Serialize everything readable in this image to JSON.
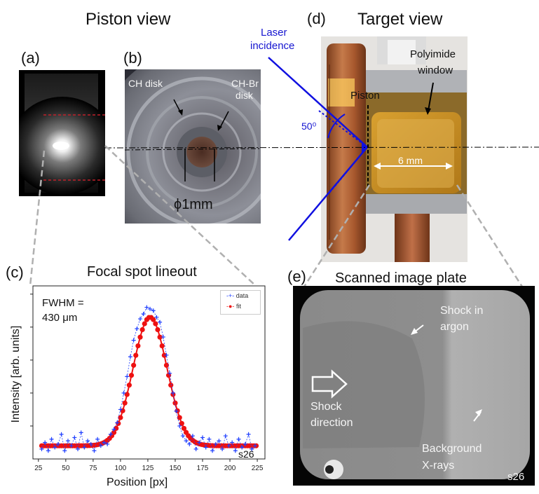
{
  "titles": {
    "piston_view": "Piston view",
    "target_view": "Target view",
    "focal_spot": "Focal spot lineout",
    "scanned_plate": "Scanned image plate"
  },
  "panel_labels": {
    "a": "(a)",
    "b": "(b)",
    "c": "(c)",
    "d": "(d)",
    "e": "(e)"
  },
  "panel_b": {
    "ch_disk": "CH disk",
    "chbr_line1": "CH-Br",
    "chbr_line2": "disk",
    "diameter": "ϕ1mm"
  },
  "panel_d": {
    "laser_line1": "Laser",
    "laser_line2": "incidence",
    "polyimide_line1": "Polyimide",
    "polyimide_line2": "window",
    "piston": "Piston",
    "angle": "50⁰",
    "width": "6 mm"
  },
  "panel_e": {
    "shock_argon_line1": "Shock in",
    "shock_argon_line2": "argon",
    "shock_dir_line1": "Shock",
    "shock_dir_line2": "direction",
    "background_line1": "Background",
    "background_line2": "X-rays",
    "shot": "s26"
  },
  "chart_data": {
    "type": "scatter",
    "title": "Focal spot lineout",
    "xlabel": "Position [px]",
    "ylabel": "Intensity [arb. units]",
    "xlim": [
      20,
      232
    ],
    "ylim": [
      0,
      1.05
    ],
    "xticks": [
      25,
      50,
      75,
      100,
      125,
      150,
      175,
      200,
      225
    ],
    "annotation_line1": "FWHM =",
    "annotation_line2": "430 μm",
    "shot_label": "s26",
    "legend_position": "top-right",
    "fit_params": {
      "baseline": 0.08,
      "amplitude": 0.78,
      "center": 127,
      "sigma": 15.5
    },
    "series": [
      {
        "name": "data",
        "color": "#1f3fff",
        "x": [
          28,
          31,
          34,
          37,
          40,
          43,
          46,
          49,
          52,
          55,
          58,
          61,
          64,
          67,
          70,
          73,
          76,
          79,
          82,
          85,
          88,
          91,
          94,
          97,
          100,
          103,
          106,
          109,
          112,
          115,
          118,
          121,
          124,
          127,
          130,
          133,
          136,
          139,
          142,
          145,
          148,
          151,
          154,
          157,
          160,
          163,
          166,
          169,
          172,
          175,
          178,
          181,
          184,
          187,
          190,
          193,
          196,
          199,
          202,
          205,
          208,
          211,
          214,
          217,
          220,
          223
        ],
        "y": [
          0.06,
          0.1,
          0.05,
          0.12,
          0.07,
          0.09,
          0.15,
          0.05,
          0.11,
          0.08,
          0.13,
          0.06,
          0.16,
          0.07,
          0.11,
          0.09,
          0.05,
          0.12,
          0.08,
          0.1,
          0.09,
          0.15,
          0.18,
          0.22,
          0.3,
          0.4,
          0.5,
          0.62,
          0.72,
          0.79,
          0.85,
          0.88,
          0.92,
          0.91,
          0.9,
          0.86,
          0.83,
          0.74,
          0.63,
          0.52,
          0.4,
          0.29,
          0.2,
          0.14,
          0.11,
          0.09,
          0.14,
          0.06,
          0.1,
          0.13,
          0.07,
          0.12,
          0.05,
          0.09,
          0.11,
          0.06,
          0.14,
          0.08,
          0.1,
          0.05,
          0.12,
          0.07,
          0.09,
          0.15,
          0.06,
          0.08
        ]
      },
      {
        "name": "fit",
        "color": "#ee1111"
      }
    ]
  }
}
